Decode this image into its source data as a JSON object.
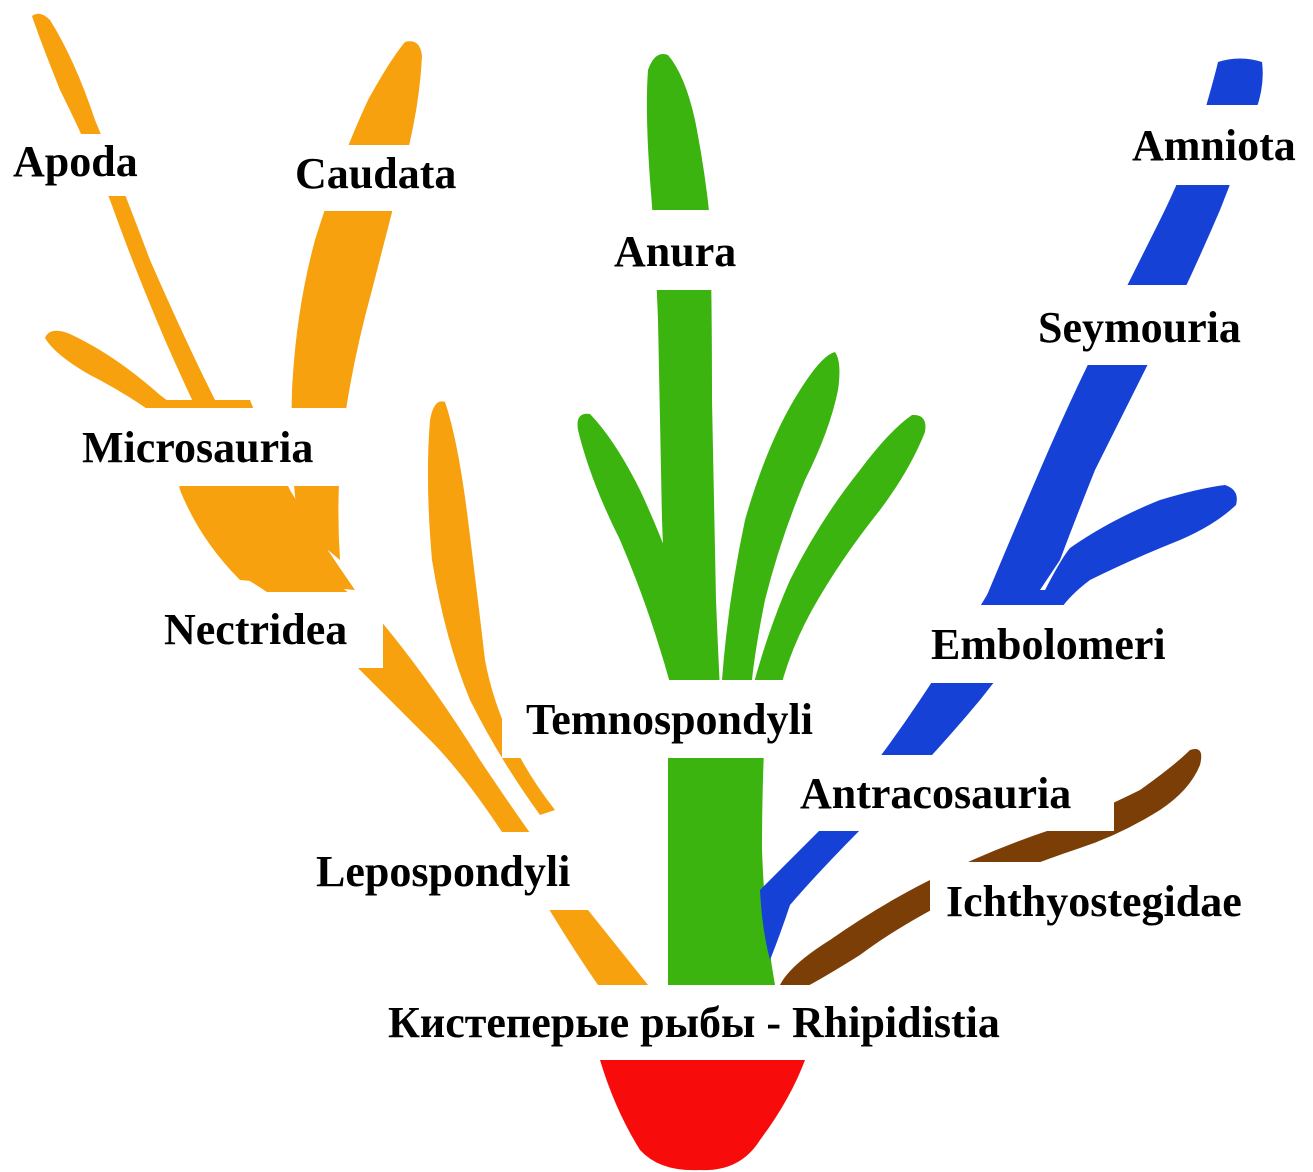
{
  "colors": {
    "lepospondyli": "#F7A10E",
    "temnospondyli": "#3CB40F",
    "anthracosauria": "#1641D6",
    "ichthyostegidae": "#7A3E06",
    "rhipidistia": "#F70B0B",
    "background": "#FFFFFF",
    "text": "#000000"
  },
  "labels": {
    "apoda": "Apoda",
    "caudata": "Caudata",
    "anura": "Anura",
    "amniota": "Amniota",
    "seymouria": "Seymouria",
    "microsauria": "Microsauria",
    "nectridea": "Nectridea",
    "embolomeri": "Embolomeri",
    "temnospondyli": "Temnospondyli",
    "antracosauria": "Antracosauria",
    "lepospondyli": "Lepospondyli",
    "ichthyostegidae": "Ichthyostegidae",
    "root": "Кистеперые рыбы - Rhipidistia"
  }
}
